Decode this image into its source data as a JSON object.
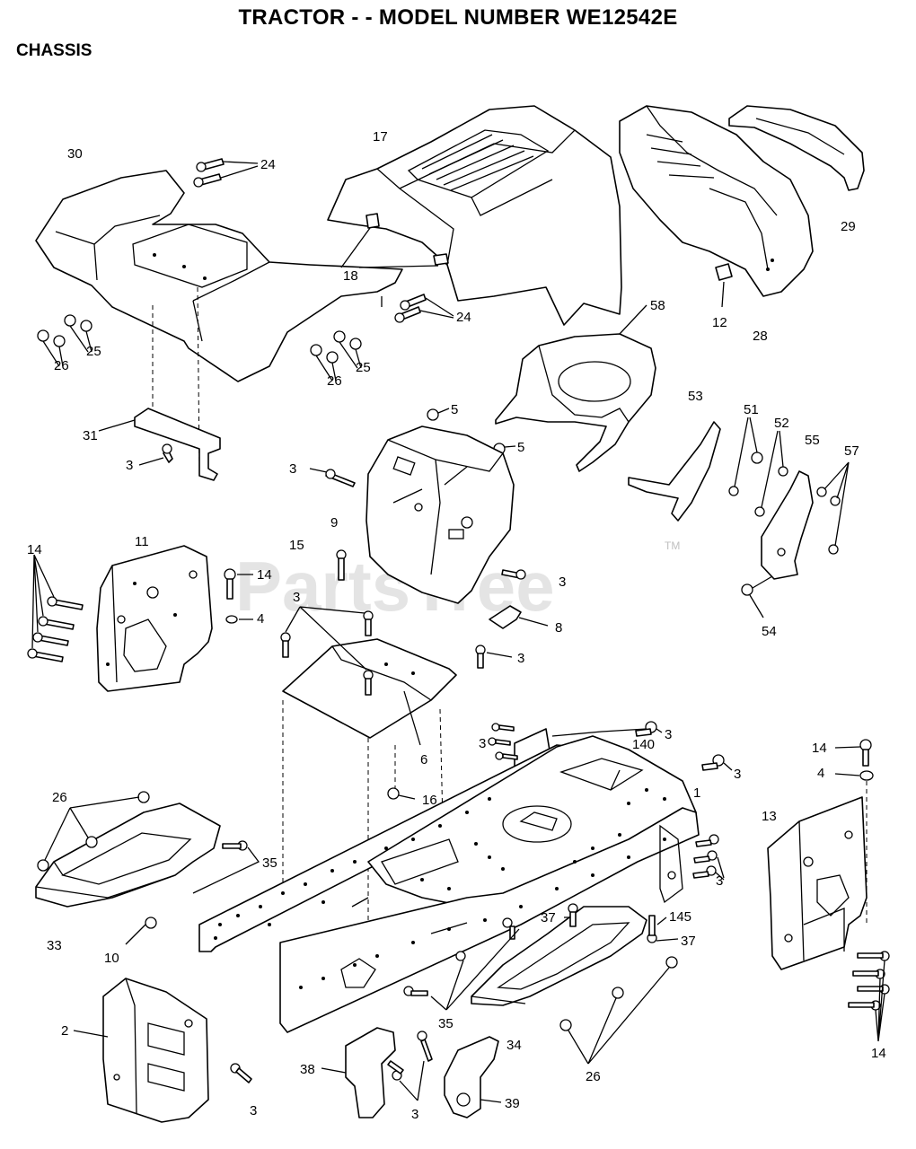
{
  "title": "TRACTOR - - MODEL NUMBER WE12542E",
  "section": "CHASSIS",
  "watermark": "PartsTree",
  "trademark": "TM",
  "labels": {
    "l30": "30",
    "l24a": "24",
    "l17": "17",
    "l29": "29",
    "l18": "18",
    "l24b": "24",
    "l12": "12",
    "l28": "28",
    "l58": "58",
    "l25a": "25",
    "l26a": "26",
    "l25b": "25",
    "l26b": "26",
    "l5a": "5",
    "l5b": "5",
    "l31": "31",
    "l3a": "3",
    "l3b": "3",
    "l53": "53",
    "l51": "51",
    "l52": "52",
    "l55": "55",
    "l57": "57",
    "l9": "9",
    "l11": "11",
    "l14a": "14",
    "l15": "15",
    "l14b": "14",
    "l4a": "4",
    "l3c": "3",
    "l54": "54",
    "l3d": "3",
    "l8": "8",
    "l3e": "3",
    "l140": "140",
    "l3f": "3",
    "l3g": "3",
    "l6": "6",
    "l3h": "3",
    "l14c": "14",
    "l4b": "4",
    "l16": "16",
    "l1": "1",
    "l26c": "26",
    "l13": "13",
    "l35a": "35",
    "l3i": "3",
    "l37a": "37",
    "l145": "145",
    "l33": "33",
    "l37b": "37",
    "l10": "10",
    "l2": "2",
    "l35b": "35",
    "l34": "34",
    "l14d": "14",
    "l38": "38",
    "l26d": "26",
    "l39": "39",
    "l3j": "3",
    "l3k": "3"
  },
  "colors": {
    "ink": "#000000",
    "background": "#ffffff",
    "watermark": "#cfcfcf"
  }
}
